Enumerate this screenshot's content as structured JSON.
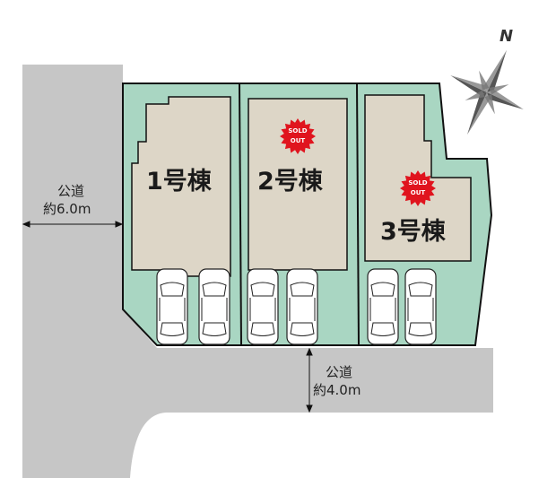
{
  "buildings": [
    {
      "label": "1号棟",
      "sold_out": false
    },
    {
      "label": "2号棟",
      "sold_out": true
    },
    {
      "label": "3号棟",
      "sold_out": true
    }
  ],
  "sold_badge": {
    "line1": "SOLD",
    "line2": "OUT",
    "color": "#e0141e"
  },
  "roads": {
    "west": {
      "name": "公道",
      "width": "約6.0m"
    },
    "south": {
      "name": "公道",
      "width": "約4.0m"
    }
  },
  "compass": {
    "north_label": "N"
  },
  "colors": {
    "lot": "#a9d6c2",
    "building": "#ddd6c7",
    "road": "#c6c6c6"
  }
}
